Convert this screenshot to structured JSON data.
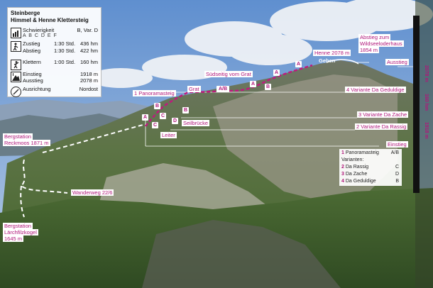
{
  "info": {
    "title": "Steinberge",
    "subtitle": "Himmel & Henne Klettersteig",
    "rows": {
      "difficulty": {
        "label": "Schwierigkeit",
        "value": "B, Var. D",
        "scale": "A B C D E F"
      },
      "approach": {
        "label": "Zustieg",
        "time": "1:30 Std.",
        "height": "436 hm"
      },
      "descent": {
        "label": "Abstieg",
        "time": "1:30 Std.",
        "height": "422 hm"
      },
      "climbing": {
        "label": "Klettern",
        "time": "1:00 Std.",
        "height": "160 hm"
      },
      "entry": {
        "label": "Einstieg",
        "height": "1918 m"
      },
      "exit": {
        "label": "Ausstieg",
        "height": "2078 m"
      },
      "aspect": {
        "label": "Ausrichtung",
        "value": "Nordost"
      }
    }
  },
  "labels": {
    "bergstation_reckmoos": [
      "Bergstation",
      "Reckmoos 1871 m"
    ],
    "bergstation_laerchfilzkogel": [
      "Bergstation",
      "Lärchfilzkogel",
      "1645 m"
    ],
    "wanderweg": "Wanderweg 22/6",
    "panoramasteig": "1 Panoramasteig",
    "grat": "Grat",
    "suedseitig": "Südseitig vom Grat",
    "henne": "Henne 2078 m",
    "gehen": "Gehen",
    "abstieg": [
      "Abstieg zum",
      "Wildseeloderhaus",
      "1854 m"
    ],
    "ausstieg": "Ausstieg",
    "einstieg": "Einstieg",
    "leiter": "Leiter",
    "seilbruecke": "Seilbrücke",
    "variant4": "4 Variante Da Geduldige",
    "variant3": "3 Variante Da Zache",
    "variant2": "2 Variante Da Rassig"
  },
  "grades": {
    "ab": "A/B",
    "b1": "B",
    "a1": "A",
    "a2": "A",
    "b2": "B",
    "a3": "A",
    "c1": "C",
    "b3": "B",
    "a4": "A",
    "c2": "C",
    "d1": "D"
  },
  "legend": {
    "rows": [
      {
        "num": "1",
        "name": "Panoramasteig",
        "grade": "A/B"
      },
      {
        "num": "",
        "name": "Varianten:",
        "grade": ""
      },
      {
        "num": "2",
        "name": "Da Rassig",
        "grade": "C"
      },
      {
        "num": "3",
        "name": "Da Zache",
        "grade": "D"
      },
      {
        "num": "4",
        "name": "Da Geduldige",
        "grade": "B"
      }
    ]
  },
  "scale": {
    "top": "2078 m",
    "mid": "160 hm",
    "bottom": "1918 m"
  },
  "colors": {
    "route": "#c0187e",
    "sky": "#7aa4d8",
    "rock": "#a7a394"
  }
}
